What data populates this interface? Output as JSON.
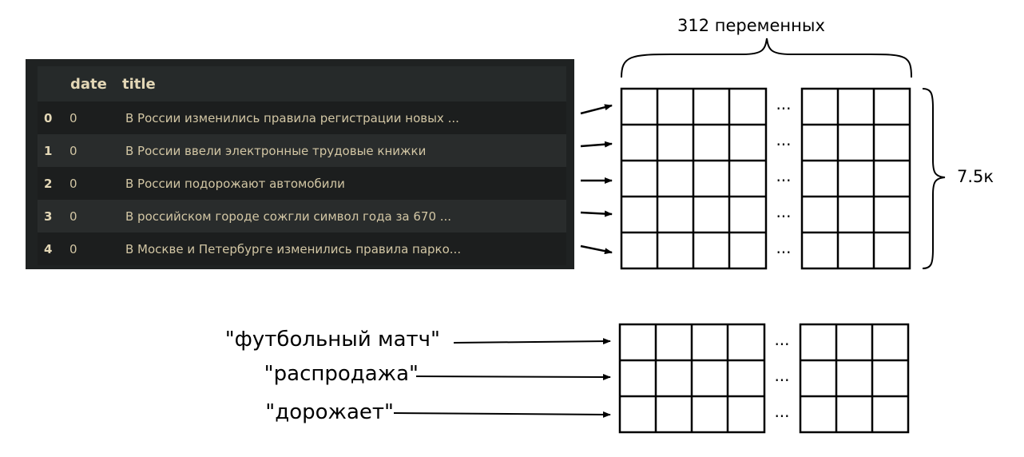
{
  "dataframe": {
    "columns": [
      "",
      "date",
      "title"
    ],
    "rows": [
      {
        "index": "0",
        "date": "0",
        "title": "В России изменились правила регистрации новых ..."
      },
      {
        "index": "1",
        "date": "0",
        "title": "В России ввели электронные трудовые книжки"
      },
      {
        "index": "2",
        "date": "0",
        "title": "В России подорожают автомобили"
      },
      {
        "index": "3",
        "date": "0",
        "title": "В российском городе сожгли символ года за 670 ..."
      },
      {
        "index": "4",
        "date": "0",
        "title": "В Москве и Петербурге изменились правила парко..."
      }
    ]
  },
  "matrix_top": {
    "columns_label": "312 переменных",
    "rows_label": "7.5к",
    "ellipsis": "...",
    "row_count": 5
  },
  "matrix_bottom": {
    "words": [
      "\"футбольный матч\"",
      "\"распродажа\"",
      "\"дорожает\""
    ],
    "ellipsis": "..."
  },
  "colors": {
    "panel_bg": "#1f2222",
    "header_text": "#e3d7b6",
    "cell_text": "#d2c6a4",
    "line": "#000000"
  }
}
